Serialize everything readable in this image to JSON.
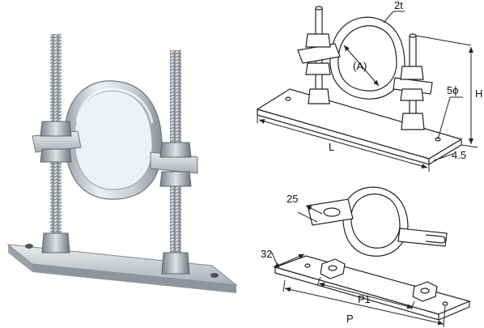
{
  "photo": {
    "description_icon": "pipe-hanger-photo-icon"
  },
  "drawing_top": {
    "labels": {
      "thickness": "2t",
      "diameter": "(A)",
      "hole": "5ϕ",
      "height": "H",
      "length": "L",
      "plate_thickness": "4.5"
    }
  },
  "drawing_bottom": {
    "labels": {
      "band_width": "25",
      "plate_width": "32",
      "pitch_inner": "P1",
      "pitch_outer": "P"
    }
  },
  "colors": {
    "steel_light": "#e4e8ec",
    "steel_mid": "#b8c0c8",
    "steel_dark": "#6e7882",
    "line": "#222222"
  }
}
